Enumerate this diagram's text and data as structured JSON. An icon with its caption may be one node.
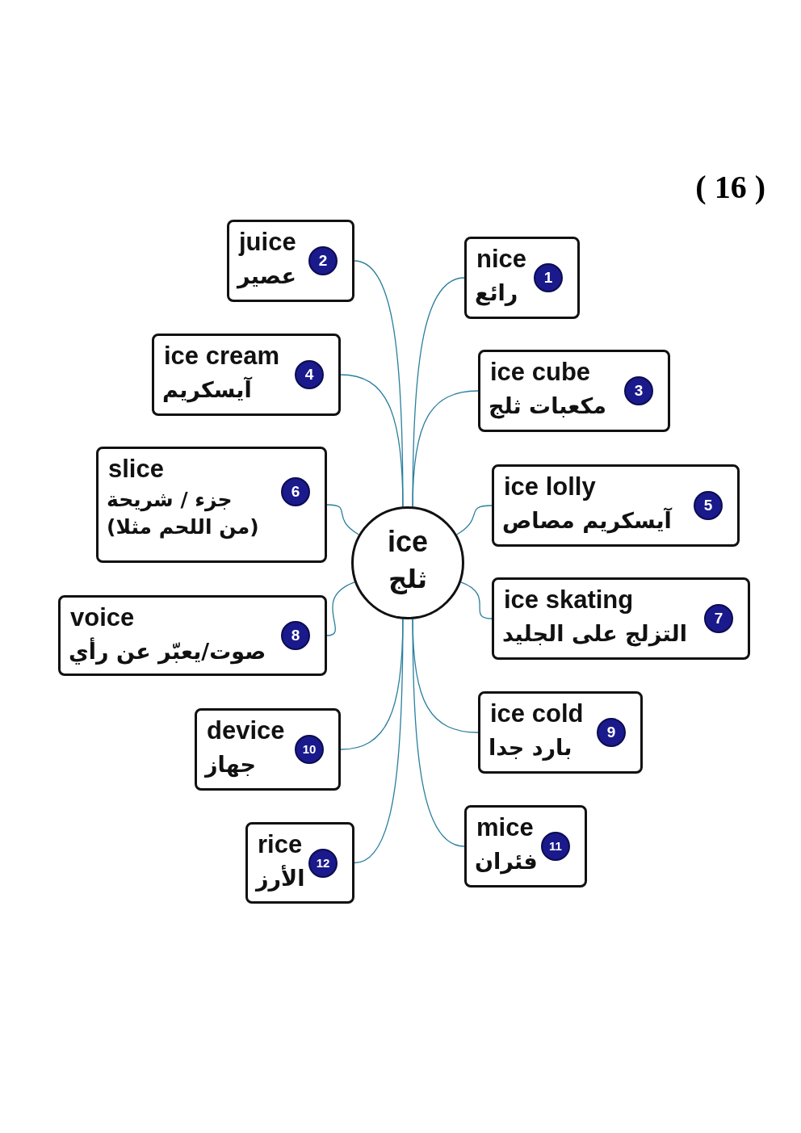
{
  "diagram": {
    "nodes": [
      {
        "text": [
          "ice",
          "ثلج"
        ]
      },
      {
        "text": [
          "juice",
          "عصير",
          "2"
        ]
      },
      {
        "text": [
          "nice",
          "رائع",
          "1"
        ]
      },
      {
        "text": [
          "ice cream",
          "آيسكريم",
          "4"
        ]
      },
      {
        "text": [
          "ice cube",
          "مكعبات ثلج",
          "3"
        ]
      },
      {
        "text": [
          "slice",
          "جزء / شريحة (من اللحم مثلا)",
          "6"
        ]
      },
      {
        "text": [
          "ice lolly",
          "آيسكريم مصاص",
          "5"
        ]
      },
      {
        "text": [
          "voice",
          "صوت/يعبّر عن رأي",
          "8"
        ]
      },
      {
        "text": [
          "ice skating",
          "التزلج على الجليد",
          "7"
        ]
      },
      {
        "text": [
          "device",
          "جهاز",
          "10"
        ]
      },
      {
        "text": [
          "ice cold",
          "بارد جدا",
          "9"
        ]
      },
      {
        "text": [
          "rice",
          "الأرز",
          "12"
        ]
      },
      {
        "text": [
          "mice",
          "فئران",
          "11"
        ]
      }
    ],
    "edges": [
      {
        "from": 0,
        "to": 1,
        "arrow": "none"
      },
      {
        "from": 0,
        "to": 2,
        "arrow": "none"
      },
      {
        "from": 0,
        "to": 3,
        "arrow": "none"
      },
      {
        "from": 0,
        "to": 4,
        "arrow": "none"
      },
      {
        "from": 0,
        "to": 5,
        "arrow": "none"
      },
      {
        "from": 0,
        "to": 6,
        "arrow": "none"
      },
      {
        "from": 0,
        "to": 7,
        "arrow": "none"
      },
      {
        "from": 0,
        "to": 8,
        "arrow": "none"
      },
      {
        "from": 0,
        "to": 9,
        "arrow": "none"
      },
      {
        "from": 0,
        "to": 10,
        "arrow": "none"
      },
      {
        "from": 0,
        "to": 11,
        "arrow": "none"
      },
      {
        "from": 0,
        "to": 12,
        "arrow": "none"
      }
    ],
    "labels": [
      "( 16 )"
    ]
  }
}
